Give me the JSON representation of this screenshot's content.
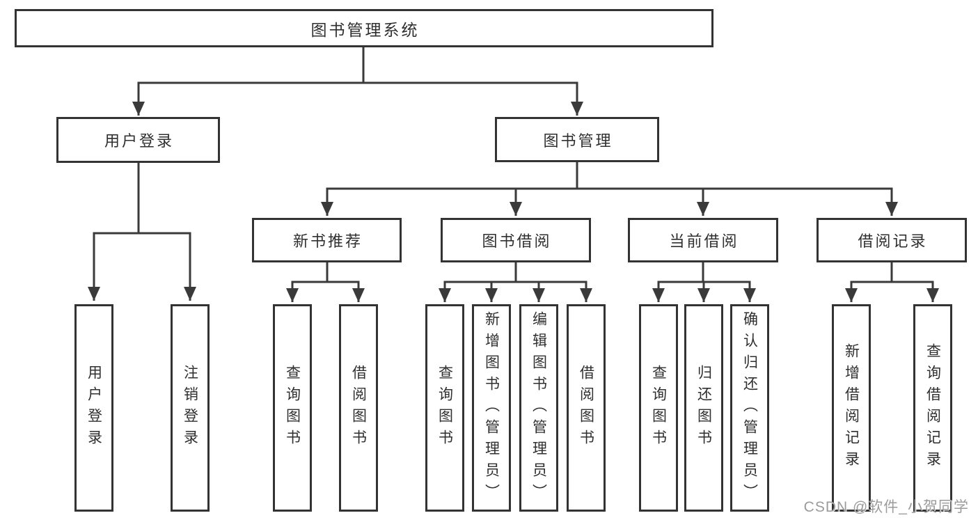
{
  "page": {
    "background": "#ffffff"
  },
  "colors": {
    "line": "#3a3a3a",
    "border": "#333333",
    "text": "#2f2f2f",
    "watermark": "#9b9b9b"
  },
  "nodes": {
    "root": {
      "label": "图书管理系统"
    },
    "user_login": {
      "label": "用户登录"
    },
    "book_mgmt": {
      "label": "图书管理"
    },
    "new_book_rec": {
      "label": "新书推荐"
    },
    "book_borrow": {
      "label": "图书借阅"
    },
    "current_borrow": {
      "label": "当前借阅"
    },
    "borrow_records": {
      "label": "借阅记录"
    },
    "leaf_user_login": {
      "label": "用户登录"
    },
    "leaf_logout": {
      "label": "注销登录"
    },
    "leaf_query_book_rec": {
      "label": "查询图书"
    },
    "leaf_borrow_book_rec": {
      "label": "借阅图书"
    },
    "leaf_query_book_borrow": {
      "label": "查询图书"
    },
    "leaf_add_book": {
      "label": "新增图书（管理员）"
    },
    "leaf_edit_book": {
      "label": "编辑图书（管理员）"
    },
    "leaf_borrow_book_borrow": {
      "label": "借阅图书"
    },
    "leaf_query_book_current": {
      "label": "查询图书"
    },
    "leaf_return_book": {
      "label": "归还图书"
    },
    "leaf_confirm_return": {
      "label": "确认归还（管理员）"
    },
    "leaf_add_borrow_record": {
      "label": "新增借阅记录"
    },
    "leaf_query_borrow_record": {
      "label": "查询借阅记录"
    }
  },
  "hierarchy": {
    "图书管理系统": {
      "用户登录": [
        "用户登录",
        "注销登录"
      ],
      "图书管理": {
        "新书推荐": [
          "查询图书",
          "借阅图书"
        ],
        "图书借阅": [
          "查询图书",
          "新增图书（管理员）",
          "编辑图书（管理员）",
          "借阅图书"
        ],
        "当前借阅": [
          "查询图书",
          "归还图书",
          "确认归还（管理员）"
        ],
        "借阅记录": [
          "新增借阅记录",
          "查询借阅记录"
        ]
      }
    }
  },
  "watermark": {
    "text": "CSDN @软件_小贺同学"
  }
}
